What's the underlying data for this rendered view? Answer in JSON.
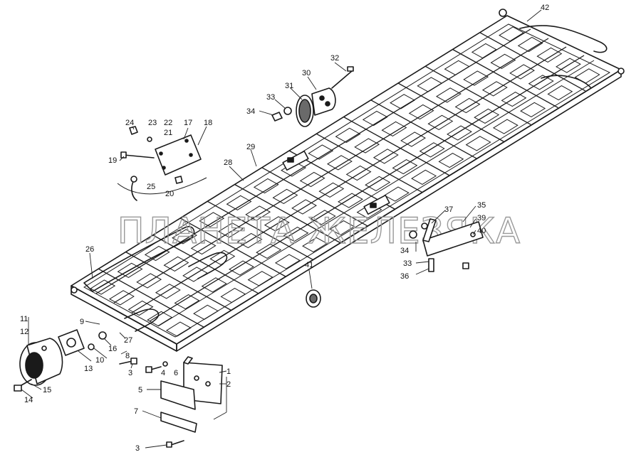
{
  "watermark": "ПЛАНЕТА ЖЕЛЕЗЯКА",
  "part_labels": [
    {
      "id": "42",
      "text": "42"
    },
    {
      "id": "32",
      "text": "32"
    },
    {
      "id": "30",
      "text": "30"
    },
    {
      "id": "31",
      "text": "31"
    },
    {
      "id": "33a",
      "text": "33"
    },
    {
      "id": "34a",
      "text": "34"
    },
    {
      "id": "24",
      "text": "24"
    },
    {
      "id": "23",
      "text": "23"
    },
    {
      "id": "22",
      "text": "22"
    },
    {
      "id": "21",
      "text": "21"
    },
    {
      "id": "17",
      "text": "17"
    },
    {
      "id": "18",
      "text": "18"
    },
    {
      "id": "19",
      "text": "19"
    },
    {
      "id": "25",
      "text": "25"
    },
    {
      "id": "20",
      "text": "20"
    },
    {
      "id": "29",
      "text": "29"
    },
    {
      "id": "28",
      "text": "28"
    },
    {
      "id": "26",
      "text": "26"
    },
    {
      "id": "37",
      "text": "37"
    },
    {
      "id": "35",
      "text": "35"
    },
    {
      "id": "39",
      "text": "39"
    },
    {
      "id": "40",
      "text": "40"
    },
    {
      "id": "34b",
      "text": "34"
    },
    {
      "id": "33b",
      "text": "33"
    },
    {
      "id": "36",
      "text": "36"
    },
    {
      "id": "41",
      "text": "41"
    },
    {
      "id": "11",
      "text": "11"
    },
    {
      "id": "12a",
      "text": "12"
    },
    {
      "id": "9",
      "text": "9"
    },
    {
      "id": "16",
      "text": "16"
    },
    {
      "id": "27",
      "text": "27"
    },
    {
      "id": "10",
      "text": "10"
    },
    {
      "id": "13",
      "text": "13"
    },
    {
      "id": "8",
      "text": "8"
    },
    {
      "id": "3a",
      "text": "3"
    },
    {
      "id": "4",
      "text": "4"
    },
    {
      "id": "6",
      "text": "6"
    },
    {
      "id": "1",
      "text": "1"
    },
    {
      "id": "2",
      "text": "2"
    },
    {
      "id": "15",
      "text": "15"
    },
    {
      "id": "14",
      "text": "14"
    },
    {
      "id": "5",
      "text": "5"
    },
    {
      "id": "7",
      "text": "7"
    },
    {
      "id": "3b",
      "text": "3"
    }
  ]
}
